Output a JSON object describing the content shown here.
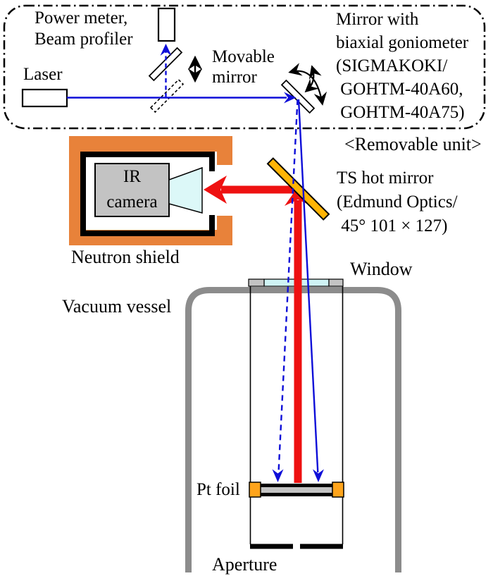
{
  "labels": {
    "power_meter": "Power meter,\nBeam profiler",
    "laser": "Laser",
    "movable_mirror": "Movable\nmirror",
    "goniometer_mirror": "Mirror with\nbiaxial goniometer\n(SIGMAKOKI/\n GOHTM-40A60,\n GOHTM-40A75)",
    "removable_unit": "<Removable unit>",
    "ts_hot_mirror": "TS hot mirror\n(Edmund Optics/\n 45° 101 × 127)",
    "neutron_shield": "Neutron shield",
    "ir_camera": "IR\ncamera",
    "window": "Window",
    "vacuum_vessel": "Vacuum vessel",
    "pt_foil": "Pt foil",
    "aperture": "Aperture"
  },
  "colors": {
    "beam_blue": "#0E0ED8",
    "ir_beam_red": "#EE1111",
    "neutron_shield_orange": "#E8823A",
    "hot_mirror_gold": "#FFB405",
    "foil_holder_orange": "#FFA41B",
    "metal_gray": "#C3C3C3",
    "vessel_wall_gray": "#8C8C8C",
    "window_glass_cyan": "#CFF3F4",
    "camera_lens_cyan": "#DCF8F8"
  }
}
